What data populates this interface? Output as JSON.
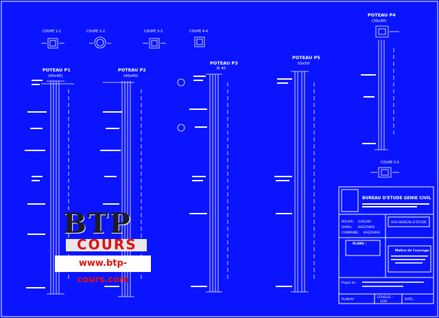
{
  "sections_top": {
    "c1": "COUPE 1-1",
    "c2": "COUPE 2-2",
    "c3": "COUPE 3-3",
    "c4": "COUPE 4-4"
  },
  "poteaux": {
    "p1": {
      "title": "POTEAU P1",
      "size": "(40x40)"
    },
    "p2": {
      "title": "POTEAU P2",
      "size": "(40x40)"
    },
    "p3": {
      "title": "POTEAU P3",
      "size": "Ø 40"
    },
    "p4": {
      "title": "POTEAU P4",
      "size": "(30x30)"
    },
    "p5": {
      "title": "POTEAU P5",
      "size": "50x50"
    }
  },
  "coupe_5": "COUPE 5-5",
  "title_block": {
    "office": "BUREAU D'ETUDE GENIE CIVIL",
    "wilaya_label": "WILAYA:",
    "wilaya": "GUELMA",
    "daira_label": "DAIRA:",
    "daira": "KHEZARAS",
    "commune_label": "COMMUNE:",
    "commune": "KHEZARAS",
    "visa": "VISA BUREAU D'ETUDE",
    "plans": "PLANS :",
    "maitre": "Maître de l'ouvrage",
    "projet": "Projet de :",
    "plan_no": "PLAN N°",
    "echelle": "ECHELLE :",
    "scale": "1/50",
    "date": "DATE :"
  },
  "watermark": {
    "logo": "BTP",
    "cours": "COURS",
    "url": "www.btp-cours.com"
  },
  "colors": {
    "background": "#0a14ff",
    "line": "#ffffff",
    "accent": "#d11111"
  }
}
